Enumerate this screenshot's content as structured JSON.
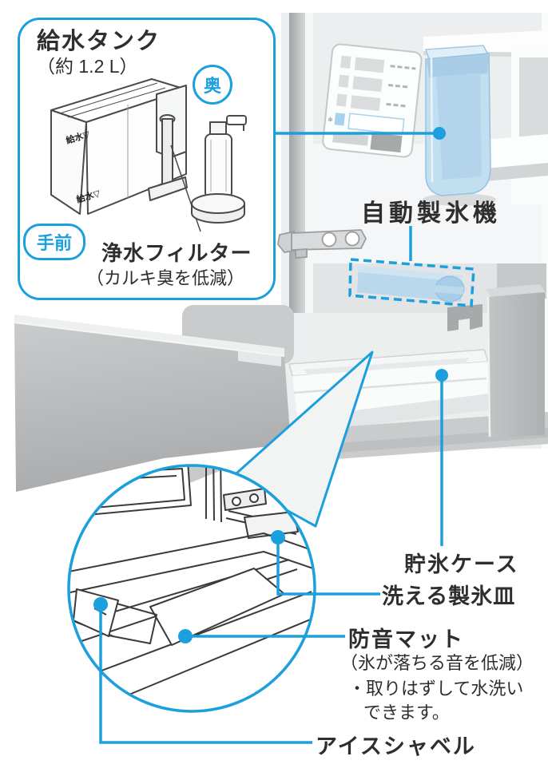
{
  "accent_color": "#1b9fdd",
  "callout": {
    "title": "給水タンク",
    "capacity": "（約 1.2 L）",
    "badge_back": "奥",
    "badge_front": "手前",
    "filter_name": "浄水フィルター",
    "filter_note": "（カルキ臭を低減）",
    "tank_mark_top": "給水▽",
    "tank_mark_bottom": "給水▽"
  },
  "parts": {
    "auto_ice_maker": "自動製氷機",
    "ice_storage_case": "貯氷ケース",
    "washable_ice_tray": "洗える製氷皿",
    "soundproof_mat": "防音マット",
    "soundproof_mat_note": "（氷が落ちる音を低減）",
    "soundproof_mat_point_line1": "・取りはずして水洗い",
    "soundproof_mat_point_line2": "できます。",
    "ice_shovel": "アイスシャベル"
  }
}
